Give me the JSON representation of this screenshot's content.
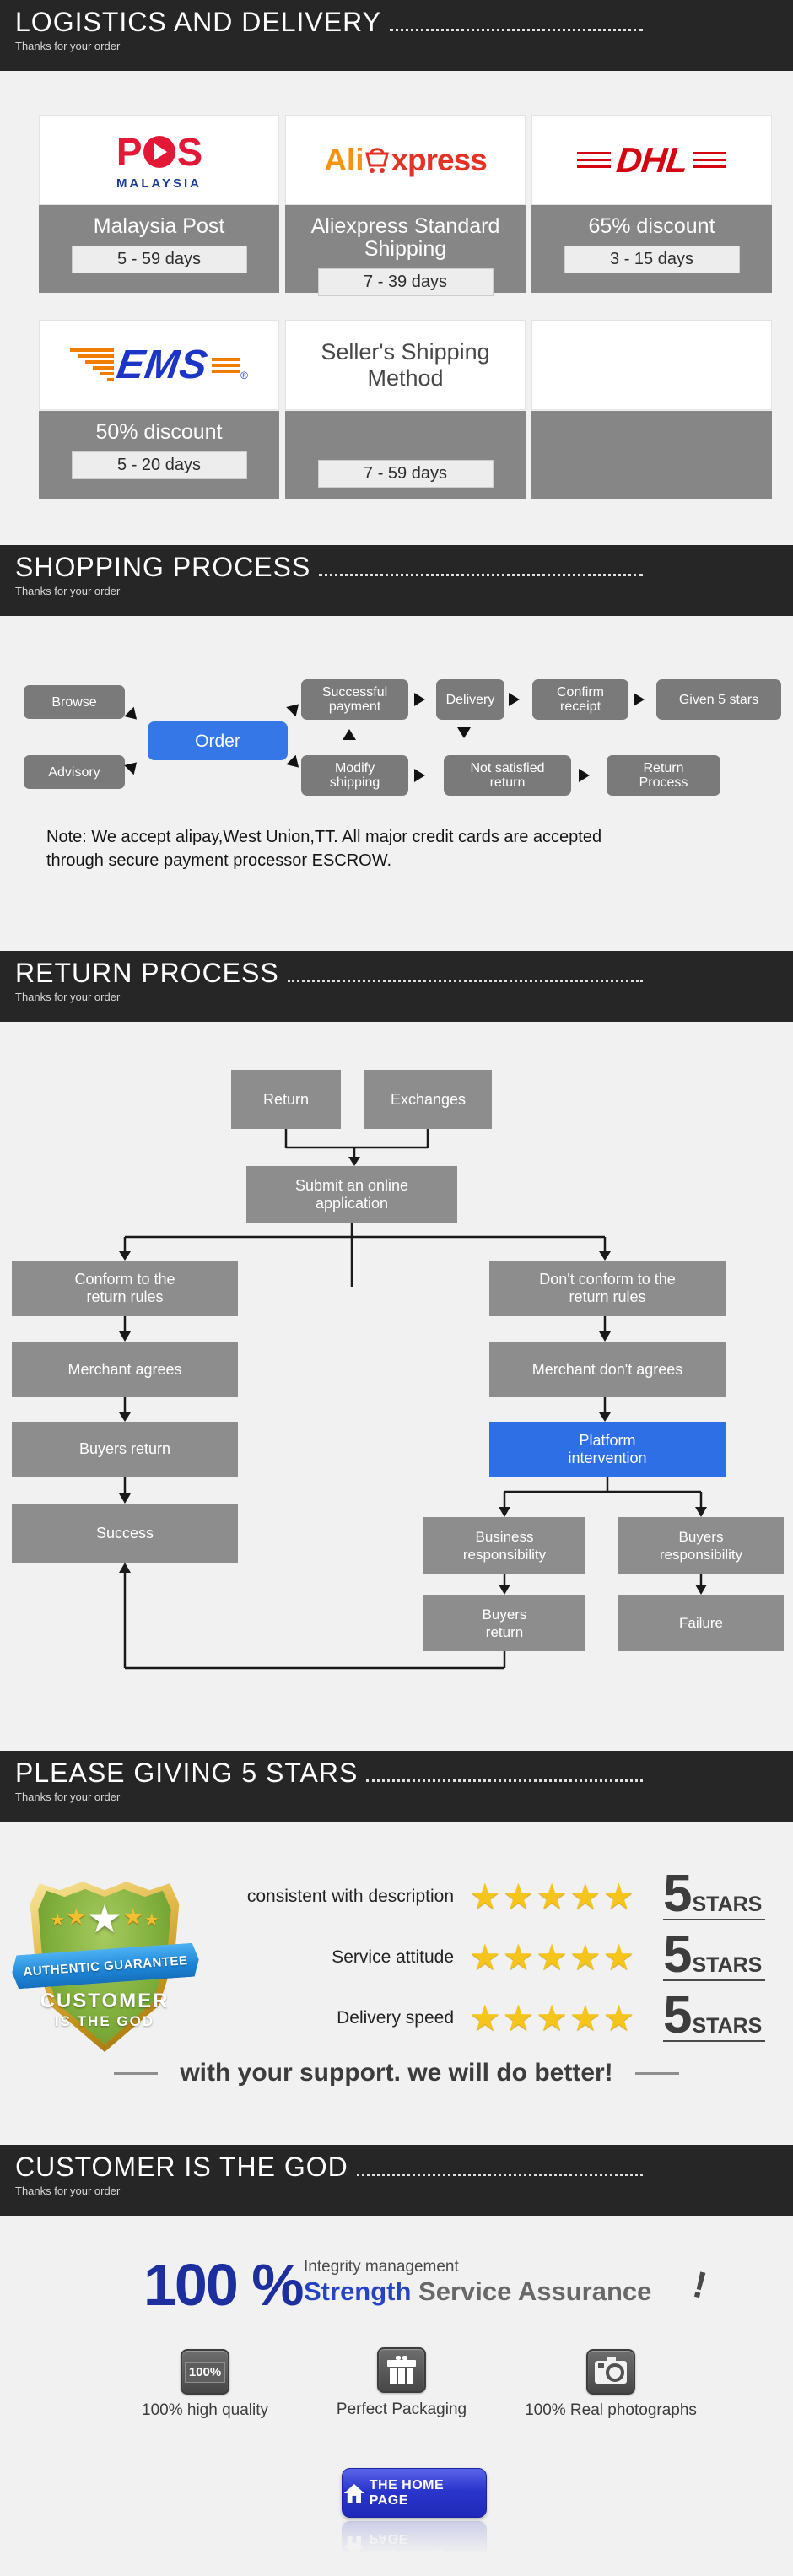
{
  "colors": {
    "header_bg": "#262626",
    "page_bg": "#f1f1f1",
    "cell_gray": "#868686",
    "flow_gray": "#7a7a7a",
    "accent_blue": "#3577e6",
    "platform_blue": "#2e6fe6",
    "home_button_blue": "#2a35cc",
    "star_gold": "#f6c51c",
    "brand_blue_100": "#1d2f9f"
  },
  "logos": {
    "pos_p": "P",
    "pos_s": "S",
    "pos_sub": "MALAYSIA",
    "ali_prefix": "Ali",
    "ali_suffix": "xpress",
    "dhl": "DHL",
    "ems": "EMS",
    "ems_reg": "®"
  },
  "sections": {
    "logistics": {
      "title": "LOGISTICS AND DELIVERY",
      "subtitle": "Thanks for your order",
      "carriers": [
        {
          "logo": "pos-malaysia-logo",
          "name": "Malaysia Post",
          "days": "5 - 59 days"
        },
        {
          "logo": "aliexpress-logo",
          "name": "Aliexpress Standard Shipping",
          "days": "7 - 39 days"
        },
        {
          "logo": "dhl-logo",
          "name": "65% discount",
          "days": "3 - 15 days"
        },
        {
          "logo": "ems-logo",
          "name": "50% discount",
          "days": "5 - 20 days"
        },
        {
          "logo": "seller-method-text",
          "logo_text": "Seller's Shipping Method",
          "name": "",
          "days": "7 - 59 days"
        },
        {
          "logo": "",
          "name": "",
          "days": ""
        }
      ]
    },
    "shopping": {
      "title": "SHOPPING PROCESS",
      "subtitle": "Thanks for your order",
      "flow": {
        "browse": "Browse",
        "advisory": "Advisory",
        "order": "Order",
        "successful_payment": "Successful payment",
        "delivery": "Delivery",
        "confirm_receipt": "Confirm receipt",
        "given_5_stars": "Given 5 stars",
        "modify_shipping": "Modify shipping",
        "not_satisfied_return": "Not satisfied return",
        "return_process": "Return Process"
      },
      "note_line1": "Note: We accept alipay,West Union,TT. All major credit cards are accepted",
      "note_line2": "through secure payment processor ESCROW."
    },
    "return": {
      "title": "RETURN PROCESS",
      "subtitle": "Thanks for your order",
      "flow": {
        "return": "Return",
        "exchanges": "Exchanges",
        "submit": "Submit an online application",
        "conform": "Conform to the return rules",
        "merchant_agrees": "Merchant agrees",
        "buyers_return": "Buyers return",
        "success": "Success",
        "dont_conform": "Don't conform to the return rules",
        "merchant_dont_agrees": "Merchant don't agrees",
        "platform_intervention": "Platform intervention",
        "business_responsibility": "Business responsibility",
        "buyers_responsibility": "Buyers responsibility",
        "buyers_return2": "Buyers return",
        "failure": "Failure"
      }
    },
    "stars": {
      "title": "PLEASE GIVING 5 STARS",
      "subtitle": "Thanks for your order",
      "badge": {
        "ribbon": "AUTHENTIC GUARANTEE",
        "line1": "CUSTOMER",
        "line2": "IS THE GOD",
        "star": "★"
      },
      "stars_glyphs": "★★★★★",
      "score_big": "5",
      "score_small": "STARS",
      "rows": [
        {
          "label": "consistent with description"
        },
        {
          "label": "Service attitude"
        },
        {
          "label": "Delivery speed"
        }
      ],
      "support": "with your support. we will do better!"
    },
    "customer": {
      "title": "CUSTOMER IS THE GOD",
      "subtitle": "Thanks for your order",
      "percent": "100 %",
      "integrity": "Integrity management",
      "strength": "Strength",
      "assurance": " Service Assurance",
      "bang": "!",
      "features": [
        {
          "icon": "100-percent-icon",
          "icon_text": "100%",
          "label": "100% high quality"
        },
        {
          "icon": "gift-icon",
          "label": "Perfect Packaging"
        },
        {
          "icon": "camera-icon",
          "label": "100% Real photographs"
        }
      ],
      "home_button": "THE HOME PAGE"
    }
  }
}
